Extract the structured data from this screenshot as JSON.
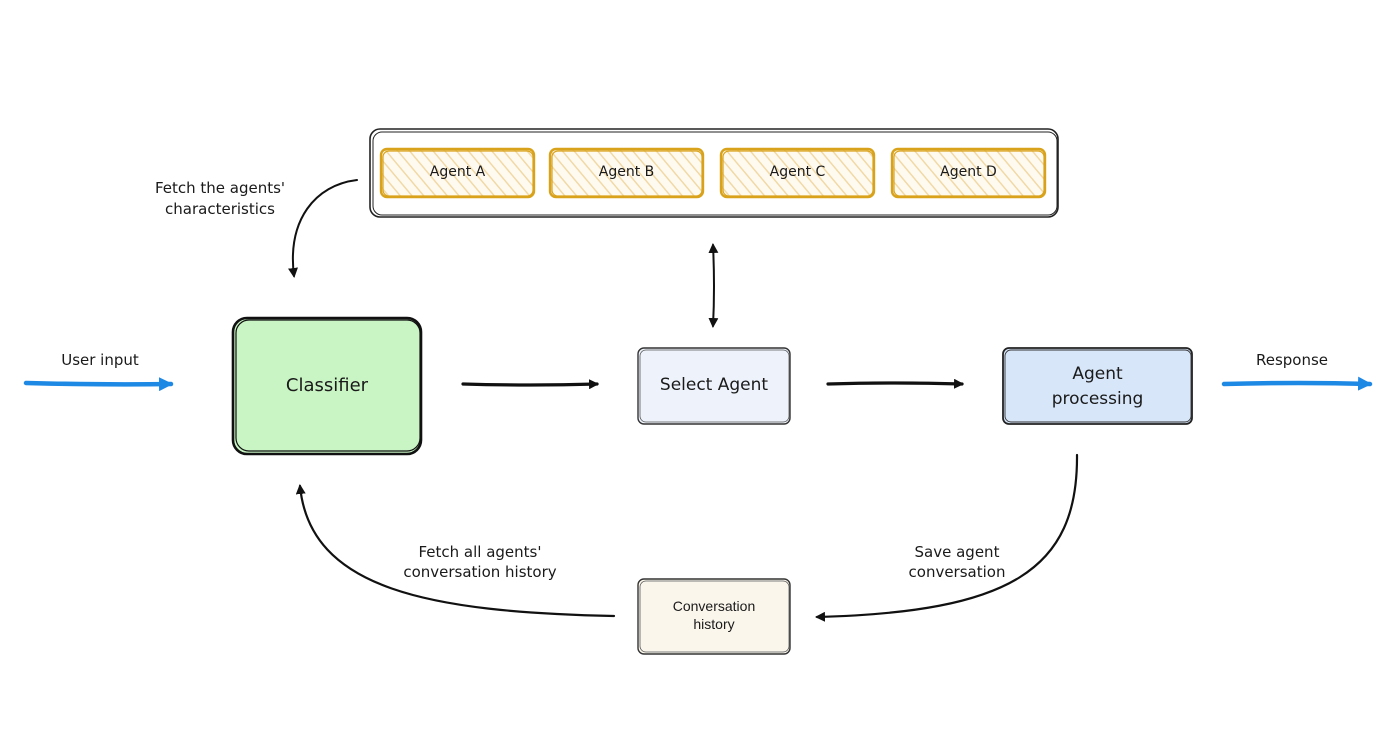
{
  "agents": [
    {
      "label": "Agent A"
    },
    {
      "label": "Agent B"
    },
    {
      "label": "Agent C"
    },
    {
      "label": "Agent D"
    }
  ],
  "nodes": {
    "classifier": "Classifier",
    "select_agent": "Select Agent",
    "agent_processing_line1": "Agent",
    "agent_processing_line2": "processing",
    "conversation_history_line1": "Conversation",
    "conversation_history_line2": "history"
  },
  "edge_labels": {
    "user_input": "User input",
    "response": "Response",
    "fetch_characteristics_line1": "Fetch the agents'",
    "fetch_characteristics_line2": "characteristics",
    "fetch_history_line1": "Fetch all agents'",
    "fetch_history_line2": "conversation history",
    "save_conversation_line1": "Save agent",
    "save_conversation_line2": "conversation"
  },
  "colors": {
    "io_arrow": "#1e88e5",
    "classifier_fill": "#c9f5c4",
    "select_agent_fill": "#eef3fb",
    "agent_processing_fill": "#d7e6f9",
    "conversation_history_fill": "#fbf6ec",
    "agent_box_border": "#d9a21b",
    "agent_box_hatch": "#f3dcae"
  }
}
